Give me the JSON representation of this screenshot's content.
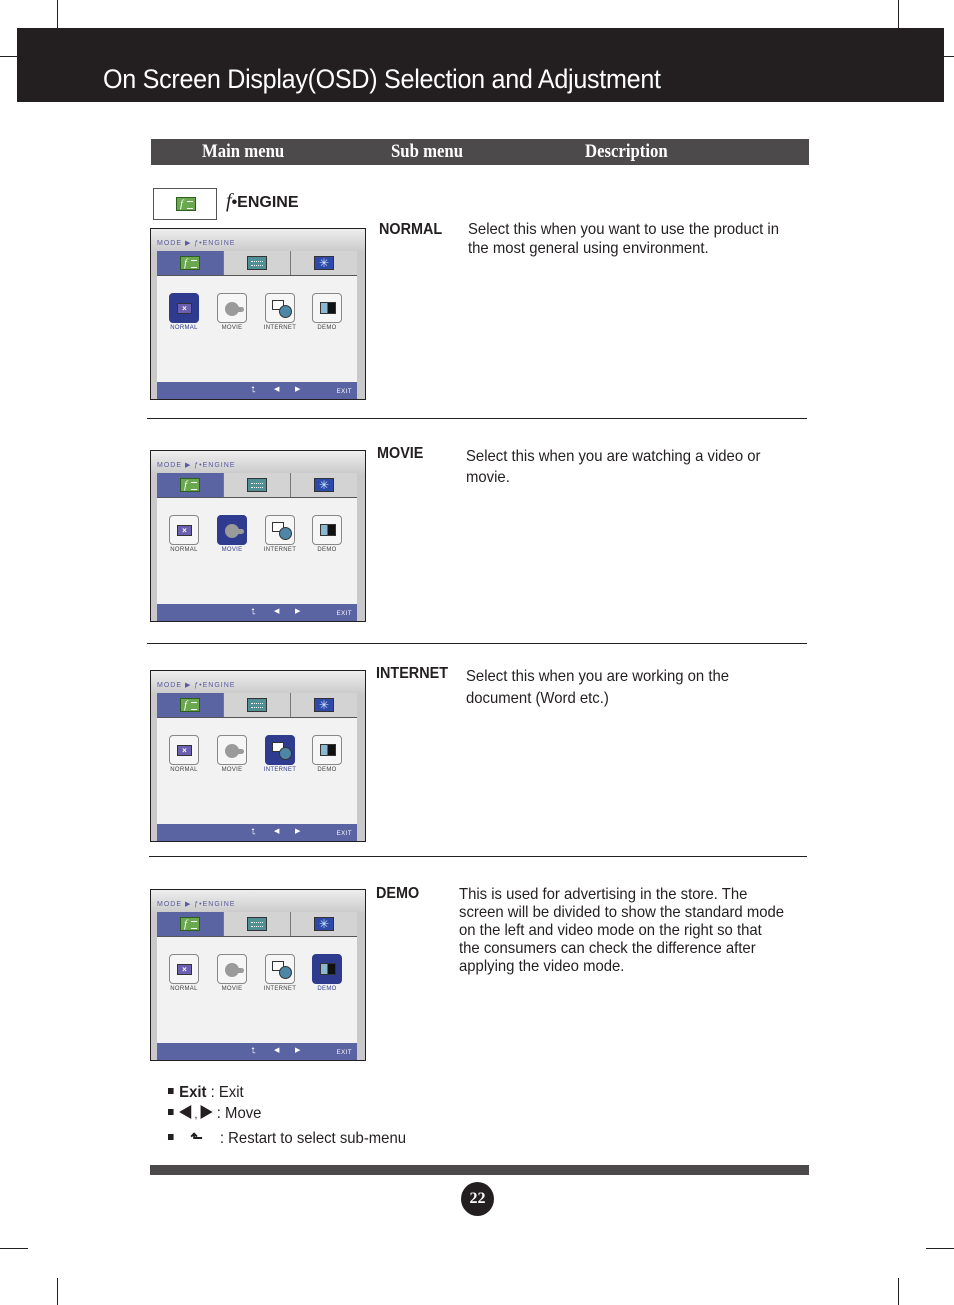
{
  "header": {
    "title": "On Screen Display(OSD) Selection and Adjustment"
  },
  "columns": {
    "main": "Main menu",
    "sub": "Sub menu",
    "description": "Description"
  },
  "main_menu": {
    "icon": "f-engine-icon",
    "label_prefix": "f",
    "label_dot": "•",
    "label": "ENGINE"
  },
  "osd": {
    "breadcrumb": "MODE ▶ ƒ•ENGINE",
    "tabs": [
      "f-engine-icon",
      "ratio-icon",
      "color-icon"
    ],
    "modes": [
      "NORMAL",
      "MOVIE",
      "INTERNET",
      "DEMO"
    ],
    "footer": {
      "restart": "⮤",
      "left": "◀",
      "right": "▶",
      "exit": "EXIT"
    },
    "colors": {
      "active_tab": "#5b64a3",
      "active_mode": "#2f3b8f",
      "footer": "#5b64a3"
    }
  },
  "sections": [
    {
      "sub": "NORMAL",
      "active_mode": "NORMAL",
      "description": "Select this when you want to use the product in the most general using environment."
    },
    {
      "sub": "MOVIE",
      "active_mode": "MOVIE",
      "description": "Select this when you are watching a video or movie."
    },
    {
      "sub": "INTERNET",
      "active_mode": "INTERNET",
      "description": "Select this when you are working on the document (Word etc.)"
    },
    {
      "sub": "DEMO",
      "active_mode": "DEMO",
      "description": "This is used for advertising in the store. The screen will be divided to show the standard mode on the left and video mode on the right so that the consumers can check the difference after applying the video mode."
    }
  ],
  "legend": {
    "exit_key": "Exit",
    "exit_text": " : Exit",
    "move_sep": " , ",
    "move_text": " : Move",
    "restart_icon": "⬑",
    "restart_text": " : Restart to select sub-menu"
  },
  "page": {
    "number": "22"
  }
}
